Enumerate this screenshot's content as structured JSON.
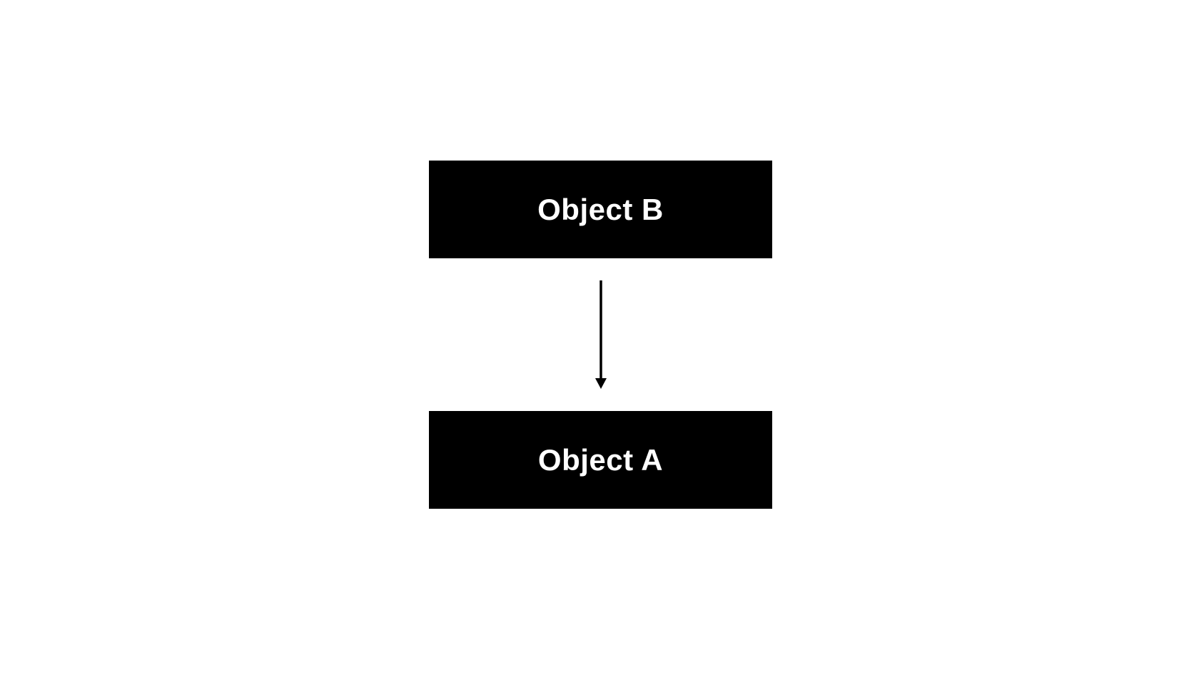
{
  "diagram": {
    "background_color": "#ffffff",
    "node_fill_color": "#000000",
    "node_text_color": "#ffffff",
    "arrow_color": "#000000",
    "nodes": [
      {
        "id": "object-b",
        "label": "Object B"
      },
      {
        "id": "object-a",
        "label": "Object A"
      }
    ],
    "edges": [
      {
        "from": "object-b",
        "to": "object-a",
        "direction": "down",
        "style": "solid-arrow"
      }
    ]
  }
}
